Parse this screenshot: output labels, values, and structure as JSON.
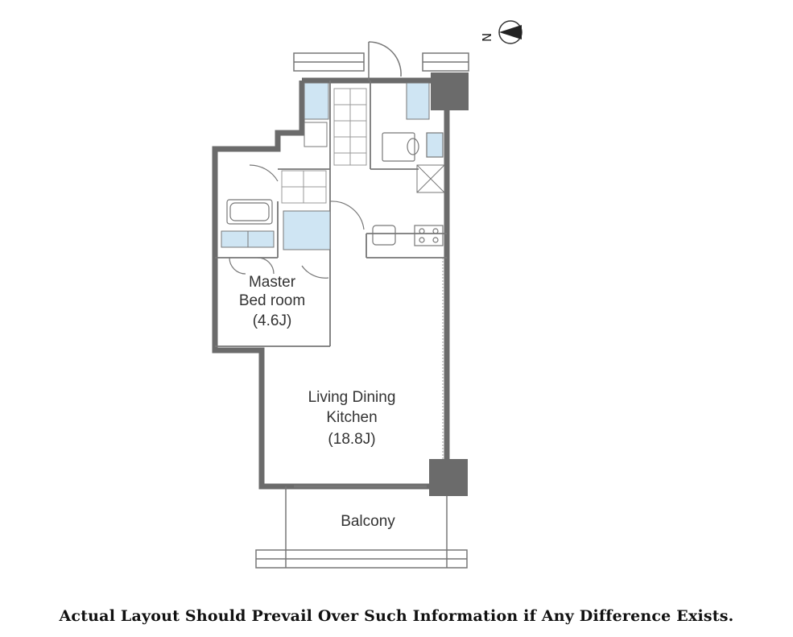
{
  "colors": {
    "wall": "#6b6b6b",
    "fixture": "#cfe5f3",
    "line": "#777777",
    "text": "#333333"
  },
  "compass": {
    "letter": "N"
  },
  "rooms": {
    "bedroom": {
      "line1": "Master",
      "line2": "Bed room",
      "size": "(4.6J)"
    },
    "ldk": {
      "line1": "Living Dining",
      "line2": "Kitchen",
      "size": "(18.8J)"
    },
    "balcony": {
      "label": "Balcony"
    }
  },
  "disclaimer": "Actual Layout Should Prevail Over Such Information if Any Difference Exists."
}
